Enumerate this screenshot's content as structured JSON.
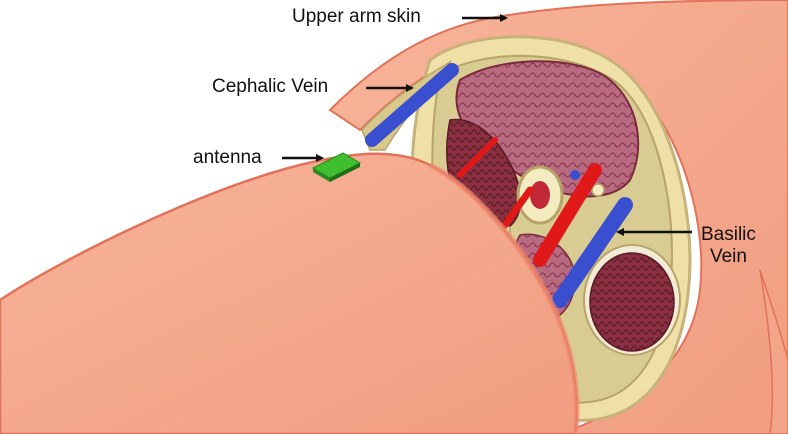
{
  "labels": {
    "upper_arm_skin": "Upper arm skin",
    "cephalic_vein": "Cephalic Vein",
    "antenna": "antenna",
    "basilic_vein_line1": "Basilic",
    "basilic_vein_line2": "Vein"
  },
  "colors": {
    "skin": "#f4a68a",
    "skin_shadow": "#e88f74",
    "skin_edge": "#e2725a",
    "fat": "#efe0a8",
    "fascia": "#d8c98a",
    "muscle": "#b06a7e",
    "muscle_dark": "#7a2a3a",
    "vein": "#3a4fd0",
    "artery": "#e01818",
    "antenna_green": "#3fbf2f",
    "antenna_dark": "#2a8a20",
    "text": "#111111"
  }
}
